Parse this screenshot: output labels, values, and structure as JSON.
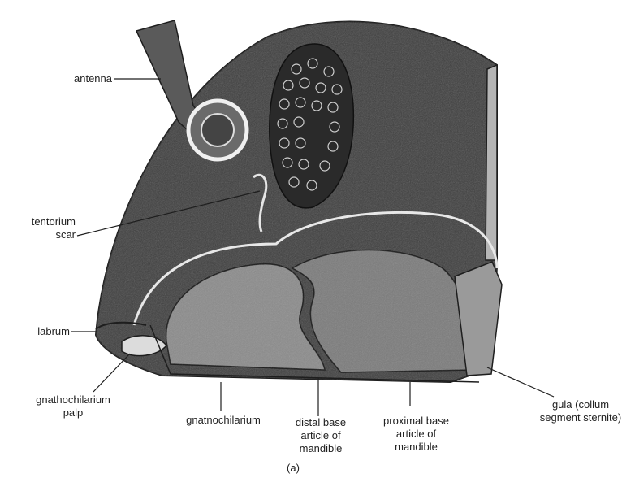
{
  "figure": {
    "caption": "(a)"
  },
  "labels": {
    "antenna": "antenna",
    "tentorium_scar": "tentorium\nscar",
    "labrum": "labrum",
    "gnathochilarium_palp": "gnathochilarium\npalp",
    "gnathochilarium": "gnatnochilarium",
    "distal_base": "distal base\narticle of\nmandible",
    "proximal_base": "proximal base\narticle of\nmandible",
    "gula": "gula (collum\nsegment sternite)"
  },
  "colors": {
    "ink": "#1e1e1e",
    "head_fill": "#3d3d3d",
    "mandible_fill": "#8a8a8a",
    "eye_fill": "#2a2a2a"
  }
}
